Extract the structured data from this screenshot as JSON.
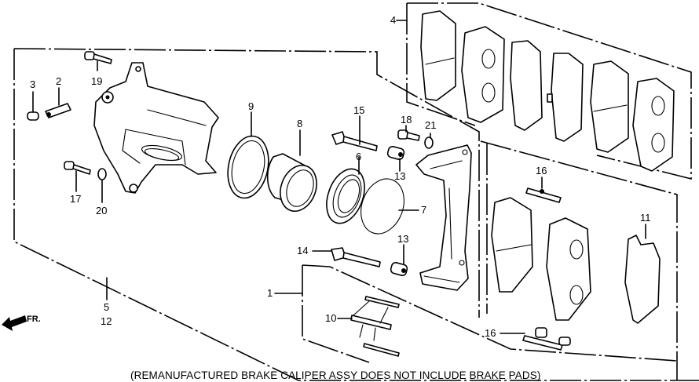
{
  "diagram": {
    "title": "Front Brake Caliper Exploded View",
    "callouts": {
      "c1": "1",
      "c2": "2",
      "c3": "3",
      "c4": "4",
      "c5": "5",
      "c6": "6",
      "c7": "7",
      "c8": "8",
      "c9": "9",
      "c10": "10",
      "c11": "11",
      "c12": "12",
      "c13a": "13",
      "c13b": "13",
      "c14": "14",
      "c15": "15",
      "c16a": "16",
      "c16b": "16",
      "c17": "17",
      "c18": "18",
      "c19": "19",
      "c20": "20",
      "c21": "21"
    },
    "direction_indicator": "FR.",
    "caption": "(REMANUFACTURED BRAKE CALIPER ASSY DOES NOT INCLUDE BRAKE PADS)"
  }
}
